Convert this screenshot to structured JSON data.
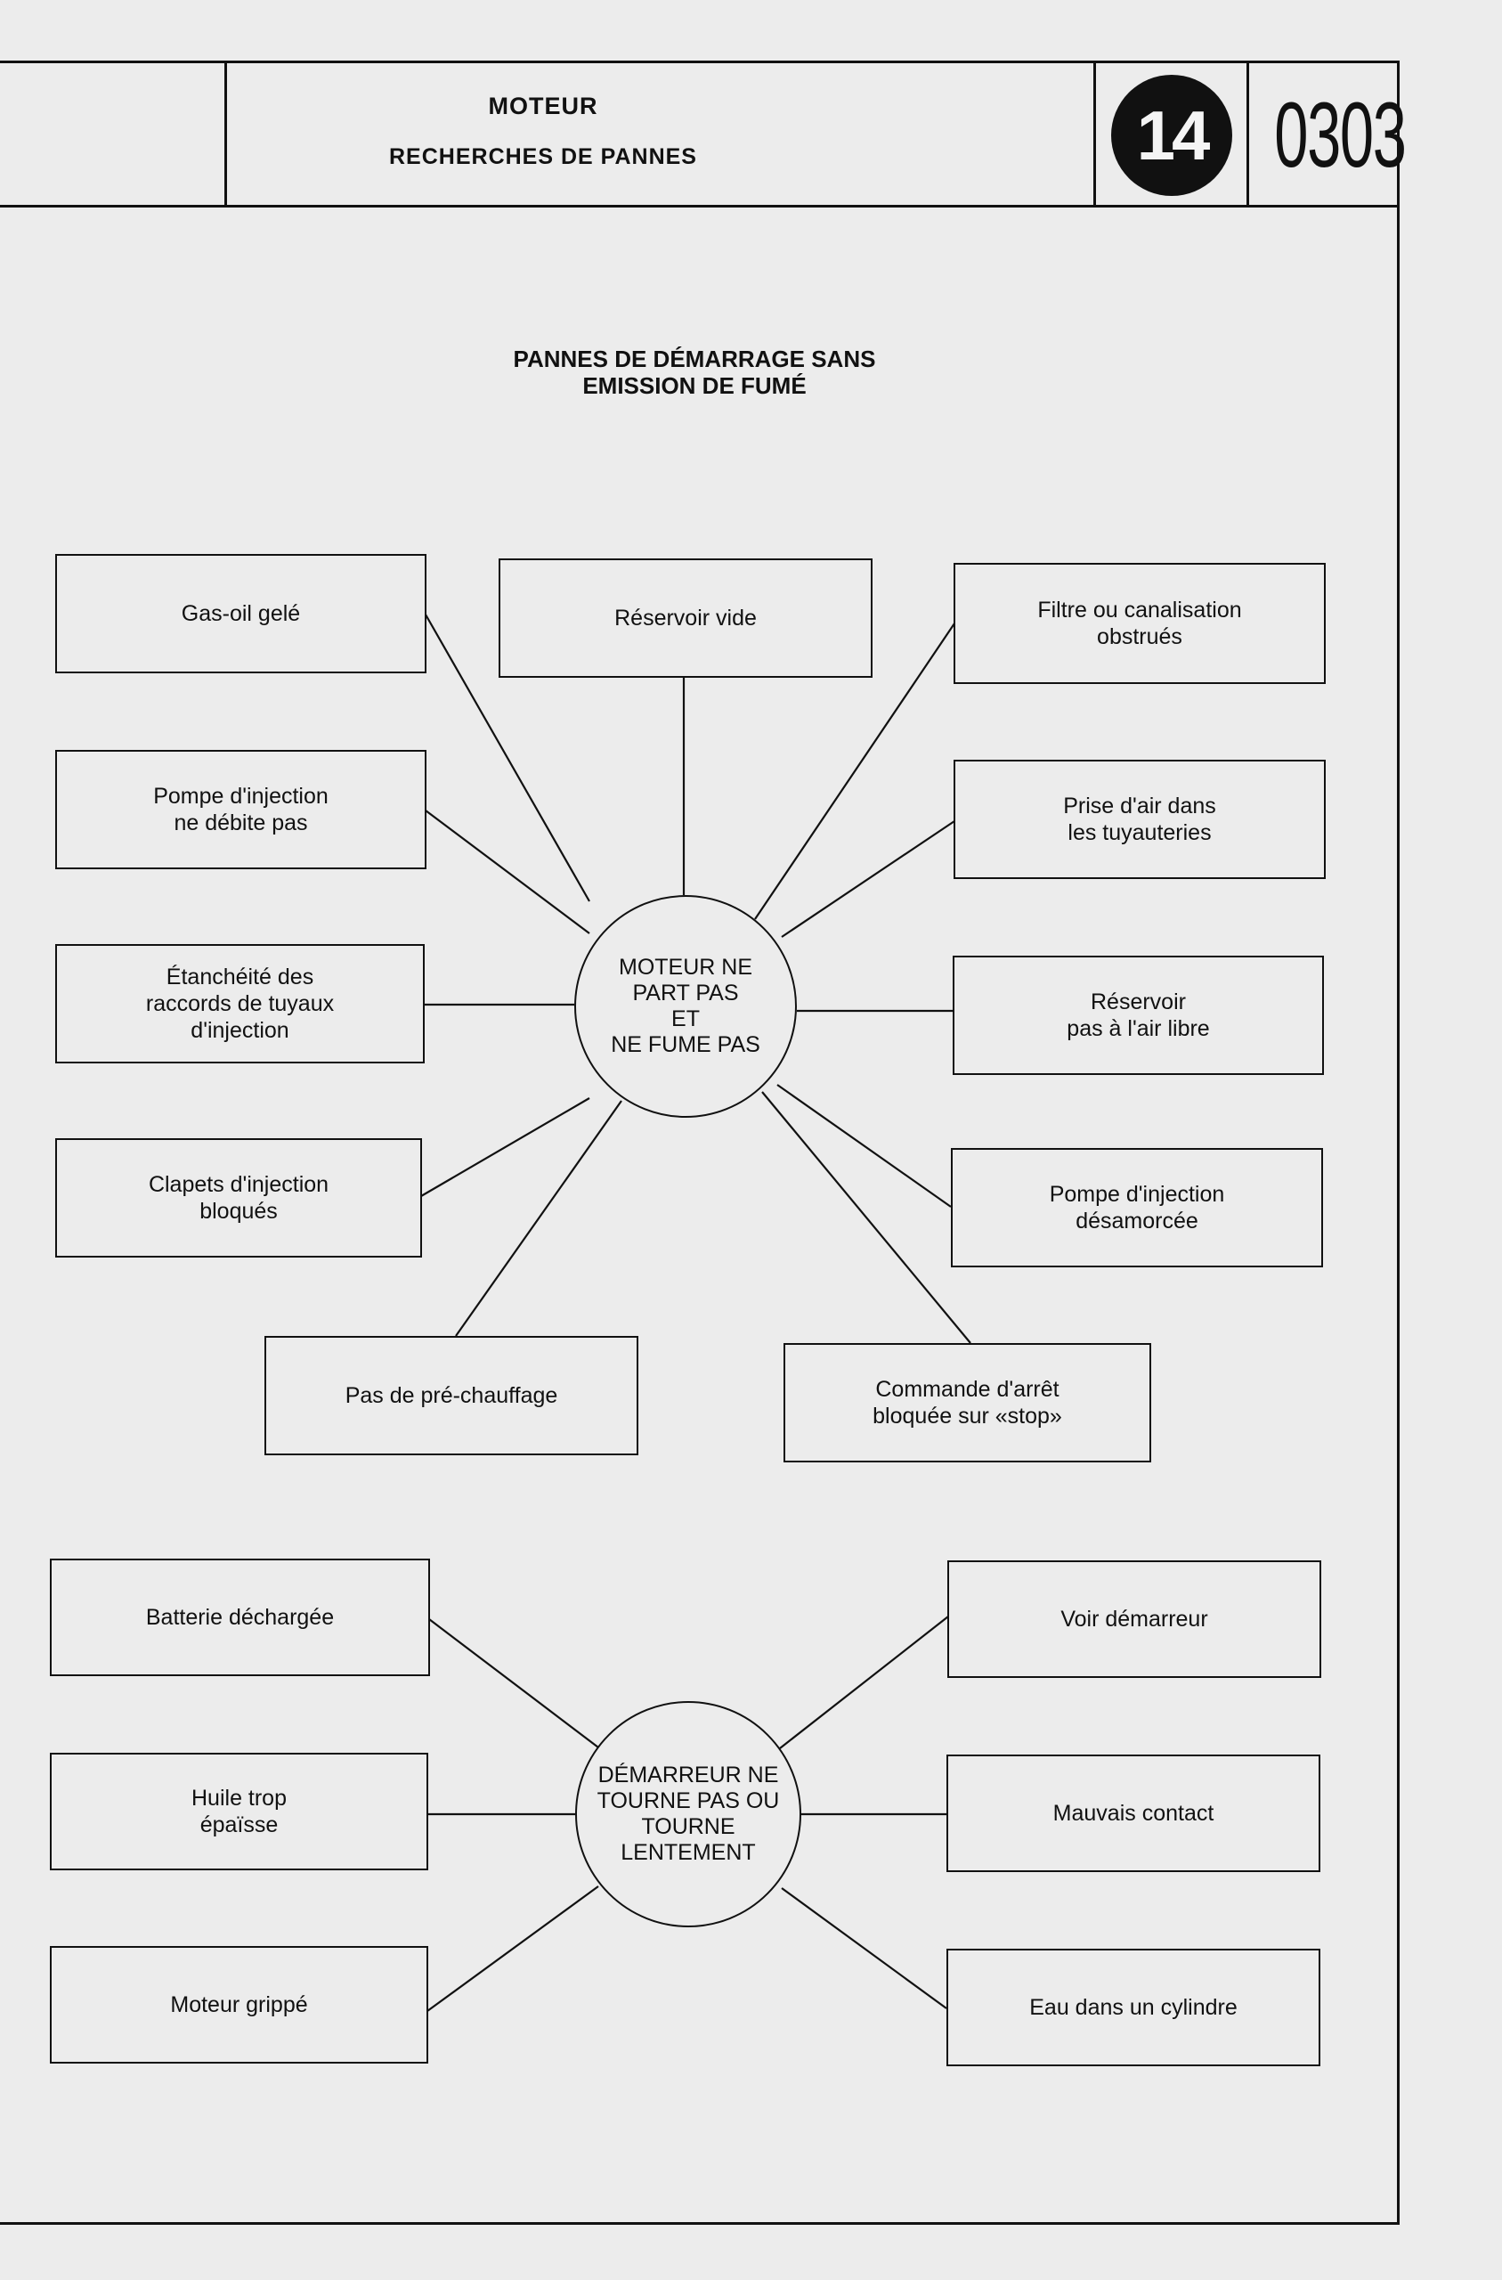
{
  "header": {
    "title": "MOTEUR",
    "subtitle": "RECHERCHES DE PANNES",
    "chapter": "14",
    "page": "0303"
  },
  "diagram_title": "PANNES DE DÉMARRAGE SANS\nEMISSION DE FUMÉ",
  "diagram1": {
    "center": "MOTEUR NE\nPART PAS\nET\nNE FUME PAS",
    "causes": [
      "Gas-oil gelé",
      "Réservoir vide",
      "Filtre ou canalisation\nobstrués",
      "Pompe d'injection\nne débite pas",
      "Prise d'air dans\nles tuyauteries",
      "Étanchéité des\nraccords de tuyaux\nd'injection",
      "Réservoir\npas à l'air libre",
      "Clapets d'injection\nbloqués",
      "Pompe d'injection\ndésamorcée",
      "Pas de pré-chauffage",
      "Commande d'arrêt\nbloquée sur «stop»"
    ]
  },
  "diagram2": {
    "center": "DÉMARREUR NE\nTOURNE PAS OU\nTOURNE\nLENTEMENT",
    "causes": [
      "Batterie déchargée",
      "Voir démarreur",
      "Huile trop\népaïsse",
      "Mauvais contact",
      "Moteur grippé",
      "Eau dans un cylindre"
    ]
  }
}
